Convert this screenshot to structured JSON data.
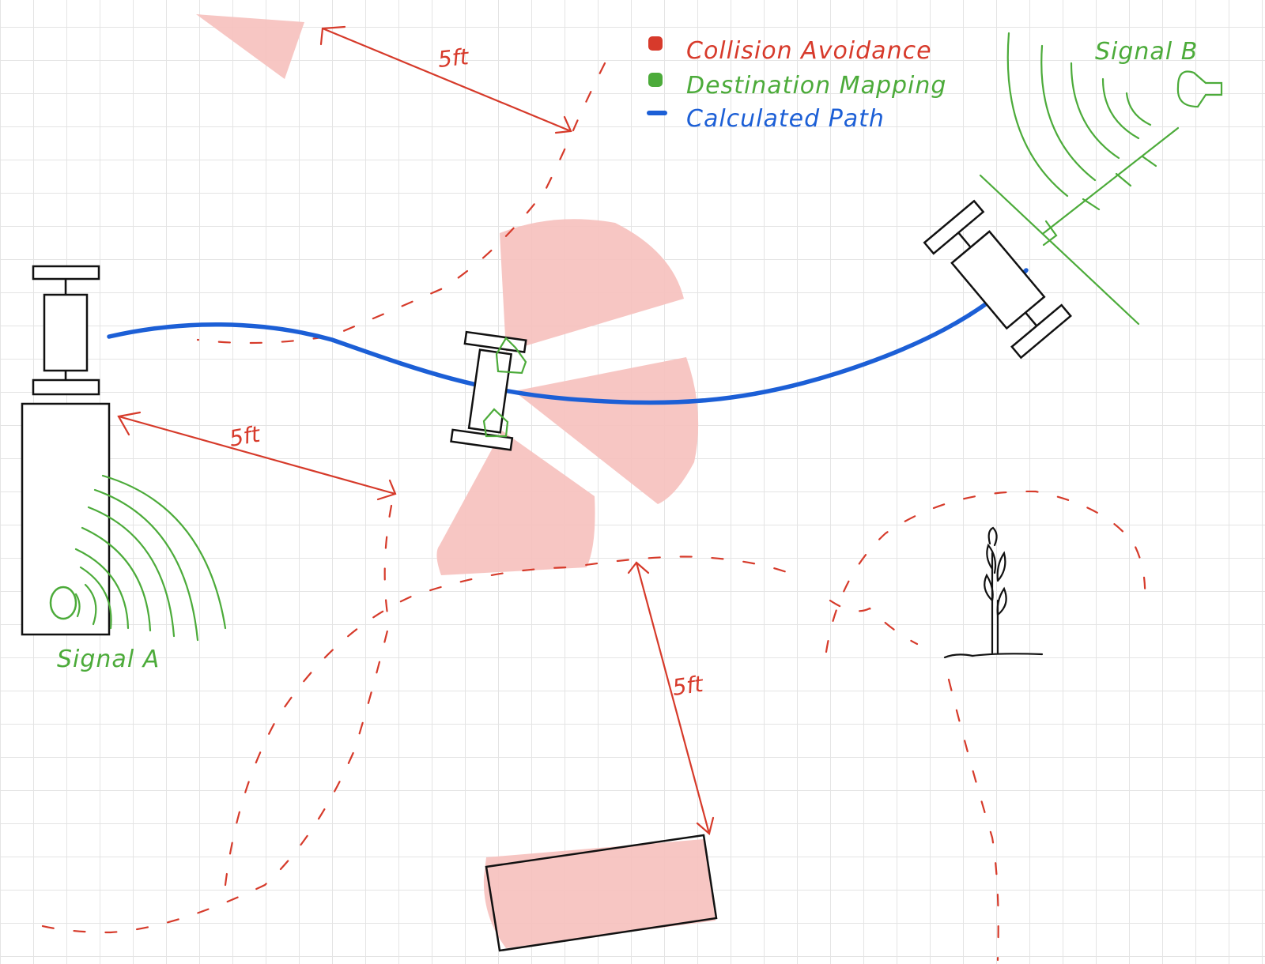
{
  "legend": {
    "items": [
      {
        "label": "Collision Avoidance",
        "color": "#d73a2b"
      },
      {
        "label": "Destination Mapping",
        "color": "#4cab3a"
      },
      {
        "label": "Calculated Path",
        "color": "#1c5fd6"
      }
    ]
  },
  "signals": {
    "a_label": "Signal A",
    "b_label": "Signal B"
  },
  "distances": {
    "top": "5ft",
    "left": "5ft",
    "bottom": "5ft"
  },
  "colors": {
    "collision": "#d73a2b",
    "destination": "#4cab3a",
    "path": "#1c5fd6",
    "zone_fill": "#f6c0bc"
  }
}
